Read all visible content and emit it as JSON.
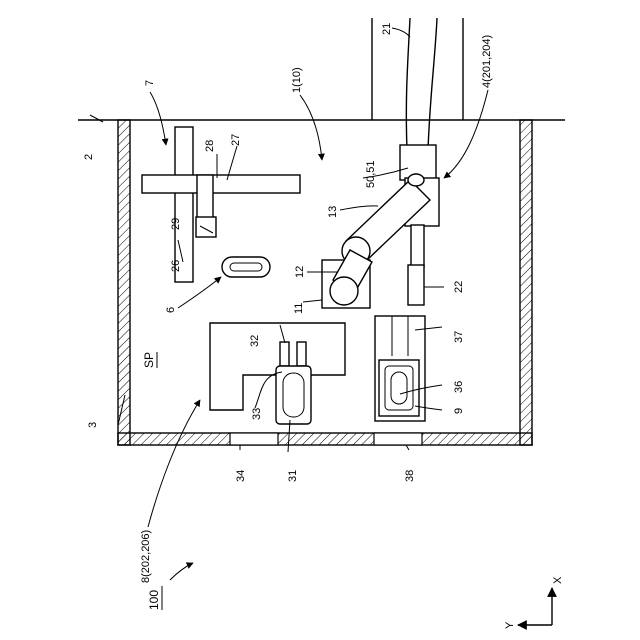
{
  "labels": {
    "sp": "SP",
    "l100": "100",
    "l1": "1(10)",
    "l2": "2",
    "l3": "3",
    "l4": "4(201,204)",
    "l6": "6",
    "l7": "7",
    "l8": "8(202,206)",
    "l9": "9",
    "l11": "11",
    "l12": "12",
    "l13": "13",
    "l21": "21",
    "l22": "22",
    "l26": "26",
    "l27": "27",
    "l28": "28",
    "l29": "29",
    "l31": "31",
    "l32": "32",
    "l33": "33",
    "l34": "34",
    "l36": "36",
    "l37": "37",
    "l38": "38",
    "l5051": "50,51",
    "axis_x": "X",
    "axis_y": "Y"
  }
}
